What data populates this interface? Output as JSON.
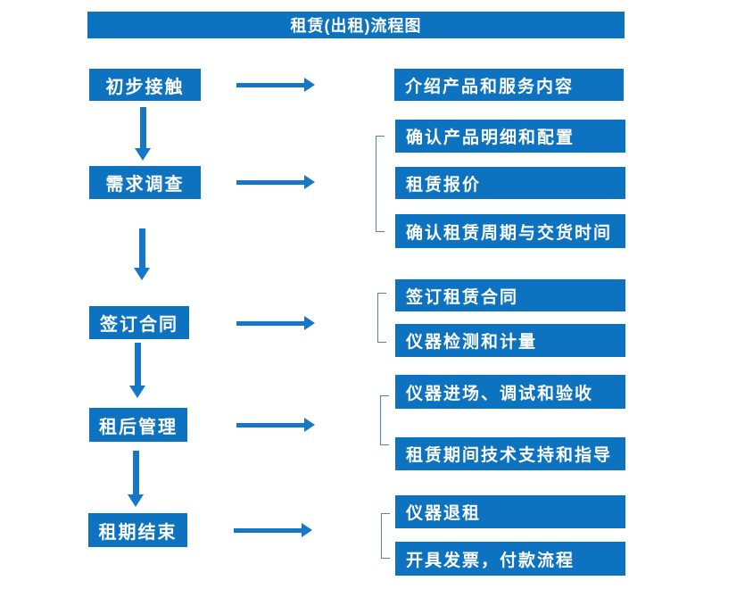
{
  "title": "租赁(出租)流程图",
  "colors": {
    "box_fill": "#0d72c0",
    "arrow": "#1677c9",
    "bracket": "#4f81bd",
    "text": "#ffffff",
    "background": "#ffffff"
  },
  "steps": [
    {
      "label": "初步接触",
      "details": [
        "介绍产品和服务内容"
      ]
    },
    {
      "label": "需求调查",
      "details": [
        "确认产品明细和配置",
        "租赁报价",
        "确认租赁周期与交货时间"
      ]
    },
    {
      "label": "签订合同",
      "details": [
        "签订租赁合同",
        "仪器检测和计量"
      ]
    },
    {
      "label": "租后管理",
      "details": [
        "仪器进场、调试和验收",
        "租赁期间技术支持和指导"
      ]
    },
    {
      "label": "租期结束",
      "details": [
        "仪器退租",
        "开具发票，付款流程"
      ]
    }
  ]
}
